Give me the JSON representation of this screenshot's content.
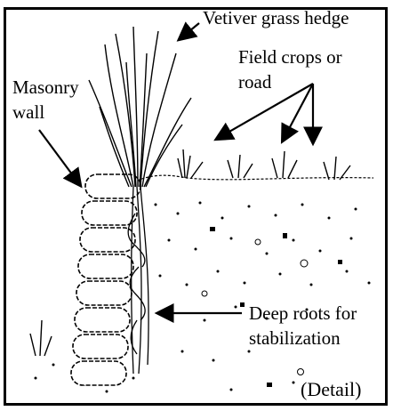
{
  "labels": {
    "vetiver": "Vetiver grass hedge",
    "field_line1": "Field crops or",
    "field_line2": "road",
    "masonry_line1": "Masonry",
    "masonry_line2": "wall",
    "roots_line1": "Deep roots for",
    "roots_line2": "stabilization",
    "detail": "(Detail)"
  },
  "colors": {
    "ink": "#000000",
    "paper": "#ffffff"
  }
}
